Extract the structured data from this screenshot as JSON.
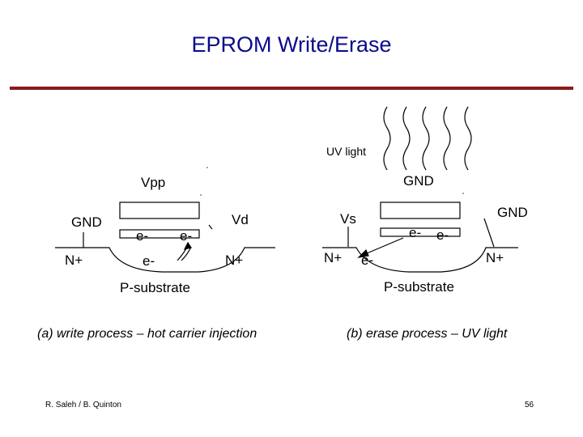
{
  "title": "EPROM Write/Erase",
  "colors": {
    "title": "#0a0a8c",
    "rule": "#8b1a1a"
  },
  "write": {
    "vpp": "Vpp",
    "gnd": "GND",
    "vd": "Vd",
    "n_left": "N+",
    "n_right": "N+",
    "e1": "e-",
    "e2": "e-",
    "e3": "e-",
    "substrate": "P-substrate",
    "caption": "(a) write process – hot carrier injection"
  },
  "erase": {
    "uv": "UV light",
    "gnd_top": "GND",
    "gnd_right": "GND",
    "vs": "Vs",
    "n_left": "N+",
    "n_right": "N+",
    "e1": "e-",
    "e2": "e-",
    "e3": "e-",
    "substrate": "P-substrate",
    "caption": "(b) erase process – UV light"
  },
  "footer": {
    "author": "R. Saleh / B. Quinton",
    "page": "56"
  }
}
